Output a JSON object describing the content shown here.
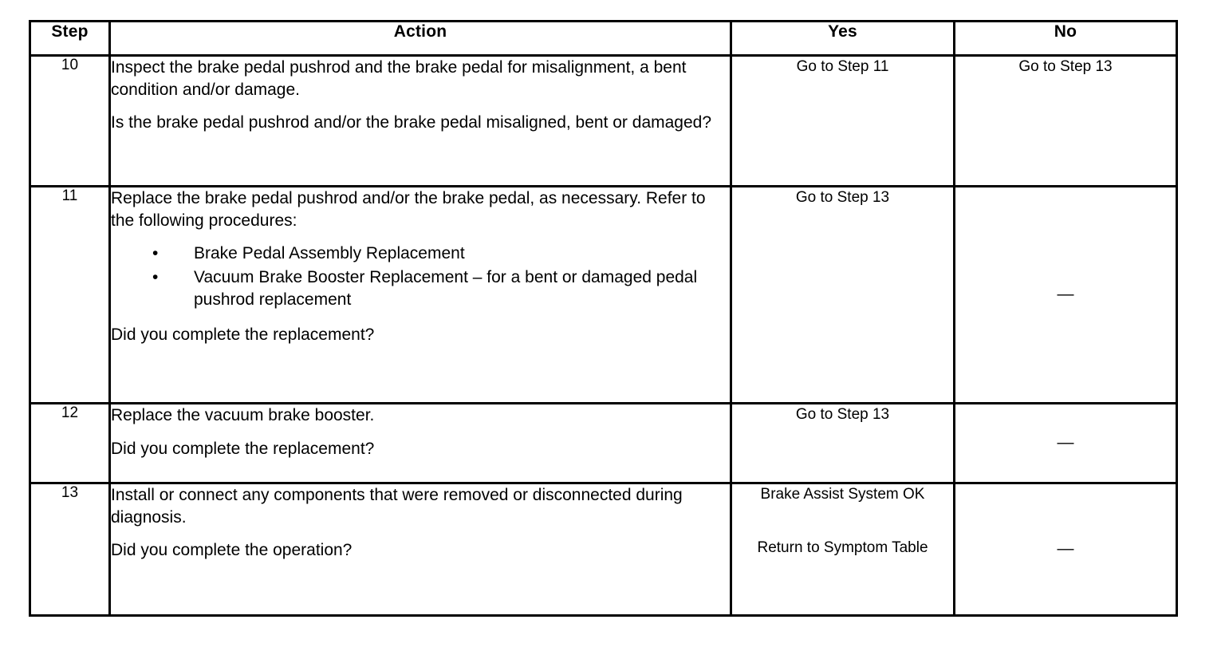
{
  "table": {
    "headers": {
      "step": "Step",
      "action": "Action",
      "yes": "Yes",
      "no": "No"
    },
    "rows": [
      {
        "step": "10",
        "action_paragraph": "Inspect the brake pedal pushrod and the brake pedal for misalignment, a bent condition and/or damage.",
        "action_question": "Is the brake pedal pushrod and/or the brake pedal misaligned, bent or damaged?",
        "yes": "Go to Step 11",
        "no": "Go to Step 13"
      },
      {
        "step": "11",
        "action_paragraph": "Replace the brake pedal pushrod and/or the brake pedal, as necessary. Refer to the following procedures:",
        "bullets": [
          "Brake Pedal Assembly Replacement",
          "Vacuum Brake Booster Replacement – for a bent or damaged pedal pushrod replacement"
        ],
        "action_question": "Did you complete the replacement?",
        "yes": "Go to Step 13",
        "no": "—"
      },
      {
        "step": "12",
        "action_paragraph": "Replace the vacuum brake booster.",
        "action_question": "Did you complete the replacement?",
        "yes": "Go to Step 13",
        "no": "—"
      },
      {
        "step": "13",
        "action_paragraph": "Install or connect any components that were removed or disconnected during diagnosis.",
        "action_question": "Did you complete the operation?",
        "yes_top": "Brake Assist System OK",
        "yes_bottom": "Return to Symptom Table",
        "no": "—"
      }
    ]
  },
  "style": {
    "border_color": "#000000",
    "background": "#ffffff",
    "text_color": "#000000",
    "bullet_glyph": "•"
  }
}
